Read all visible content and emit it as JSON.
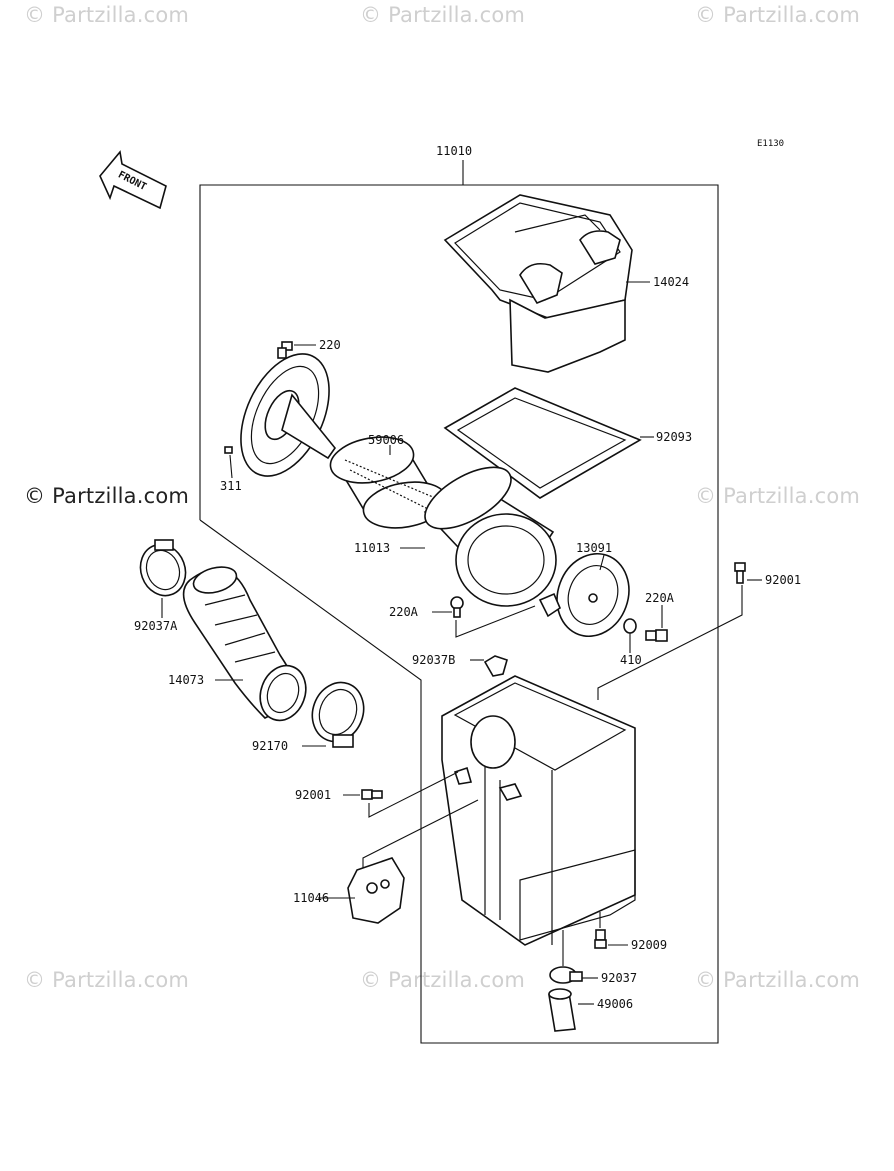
{
  "watermarks": {
    "top_left": "© Partzilla.com",
    "top_center": "© Partzilla.com",
    "top_right": "© Partzilla.com",
    "mid_left": "© Partzilla.com",
    "mid_right": "© Partzilla.com",
    "bottom_left": "© Partzilla.com",
    "bottom_center": "© Partzilla.com",
    "bottom_right": "© Partzilla.com"
  },
  "diagram": {
    "ref_code": "E1130",
    "front_label": "FRONT",
    "assembly_label": "11010",
    "parts": {
      "p14024": "14024",
      "p220": "220",
      "p59006": "59006",
      "p92093": "92093",
      "p311": "311",
      "p13091": "13091",
      "p11013": "11013",
      "p92001_right": "92001",
      "p220A_left": "220A",
      "p220A_right": "220A",
      "p92037A": "92037A",
      "p92037B": "92037B",
      "p410": "410",
      "p14073": "14073",
      "p92170": "92170",
      "p92001_left": "92001",
      "p11046": "11046",
      "p92009": "92009",
      "p92037": "92037",
      "p49006": "49006"
    }
  },
  "colors": {
    "line": "#111111",
    "watermark": "#cfcfcf",
    "background": "#ffffff"
  }
}
